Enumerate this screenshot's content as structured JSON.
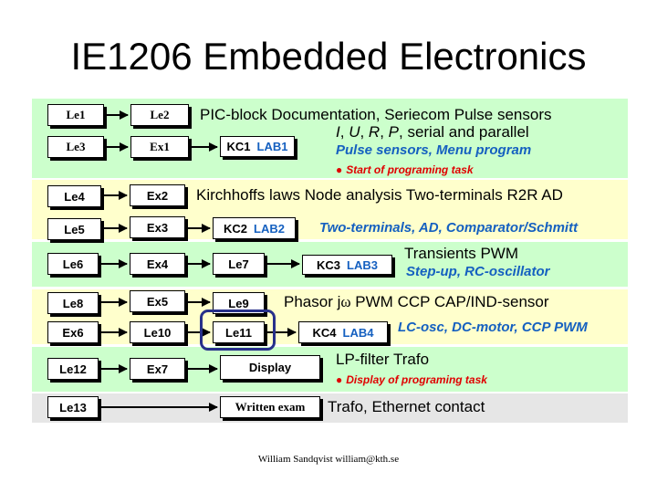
{
  "title": "IE1206 Embedded Electronics",
  "colors": {
    "band_green": "#ccffcc",
    "band_yellow": "#ffffcc",
    "band_gray": "#e6e6e6",
    "highlight_border": "#27308a",
    "lab_blue": "#1560c0",
    "task_red": "#e00000"
  },
  "boxes": {
    "le1": "Le1",
    "le2": "Le2",
    "le3": "Le3",
    "ex1": "Ex1",
    "kc1": "KC1",
    "lab1": "LAB1",
    "le4": "Le4",
    "ex2": "Ex2",
    "le5": "Le5",
    "ex3": "Ex3",
    "kc2": "KC2",
    "lab2": "LAB2",
    "le6": "Le6",
    "ex4": "Ex4",
    "le7": "Le7",
    "kc3": "KC3",
    "lab3": "LAB3",
    "le8": "Le8",
    "ex5": "Ex5",
    "le9": "Le9",
    "ex6": "Ex6",
    "le10": "Le10",
    "le11": "Le11",
    "kc4": "KC4",
    "lab4": "LAB4",
    "le12": "Le12",
    "ex7": "Ex7",
    "display": "Display",
    "le13": "Le13",
    "written_exam": "Written exam"
  },
  "texts": {
    "row1_topic": "PIC-block Documentation, Seriecom Pulse sensors",
    "row1_topic2_i": "I",
    "row1_topic2_sep1": ", ",
    "row1_topic2_u": "U",
    "row1_topic2_sep2": ", ",
    "row1_topic2_r": "R",
    "row1_topic2_sep3": ", ",
    "row1_topic2_p": "P",
    "row1_topic2_rest": ", serial and parallel",
    "row1_lab": "Pulse sensors, Menu program",
    "row1_task": "Start of programing task",
    "row2_topic": "Kirchhoffs laws Node analysis Two-terminals R2R AD",
    "row2_lab": "Two-terminals, AD, Comparator/Schmitt",
    "row3_topic": "Transients PWM",
    "row3_lab": "Step-up, RC-oscillator",
    "row4_topic_a": "Phasor  j",
    "row4_topic_omega": "ω",
    "row4_topic_b": " PWM CCP CAP/IND-sensor",
    "row4_lab": "LC-osc, DC-motor, CCP PWM",
    "row5_topic": "LP-filter Trafo",
    "row5_task": "Display of programing task",
    "row6_topic": "Trafo, Ethernet contact",
    "bullet": "●",
    "footer": "William Sandqvist  william@kth.se"
  }
}
